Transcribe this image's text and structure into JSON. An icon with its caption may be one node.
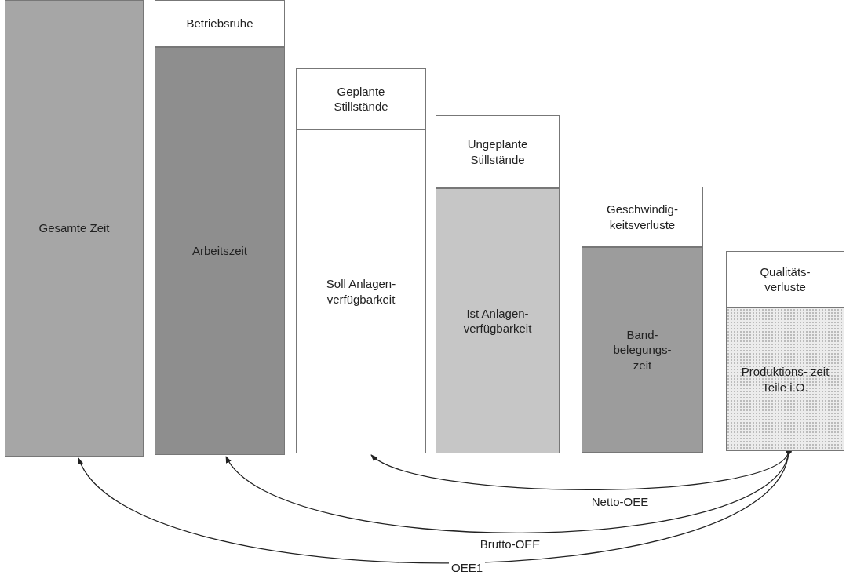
{
  "diagram": {
    "nodes": [
      {
        "text": [
          "Gesamte Zeit"
        ]
      },
      {
        "text": [
          "Betriebsruhe"
        ]
      },
      {
        "text": [
          "Arbeitszeit"
        ]
      },
      {
        "text": [
          "Geplante Stillstände"
        ]
      },
      {
        "text": [
          "Soll Anlagen- verfügbarkeit"
        ]
      },
      {
        "text": [
          "Ungeplante Stillstände"
        ]
      },
      {
        "text": [
          "Ist Anlagen- verfügbarkeit"
        ]
      },
      {
        "text": [
          "Geschwindig- keitsverluste"
        ]
      },
      {
        "text": [
          "Band- belegungs- zeit"
        ]
      },
      {
        "text": [
          "Qualitäts- verluste"
        ]
      },
      {
        "text": [
          "Produktions- zeit Teile i.O."
        ]
      }
    ],
    "edges": [
      {
        "from": 10,
        "to": 4,
        "arrow": "to",
        "label": "Netto-OEE"
      },
      {
        "from": 10,
        "to": 2,
        "arrow": "to",
        "label": "Brutto-OEE"
      },
      {
        "from": 10,
        "to": 0,
        "arrow": "to",
        "label": "OEE1"
      }
    ]
  }
}
